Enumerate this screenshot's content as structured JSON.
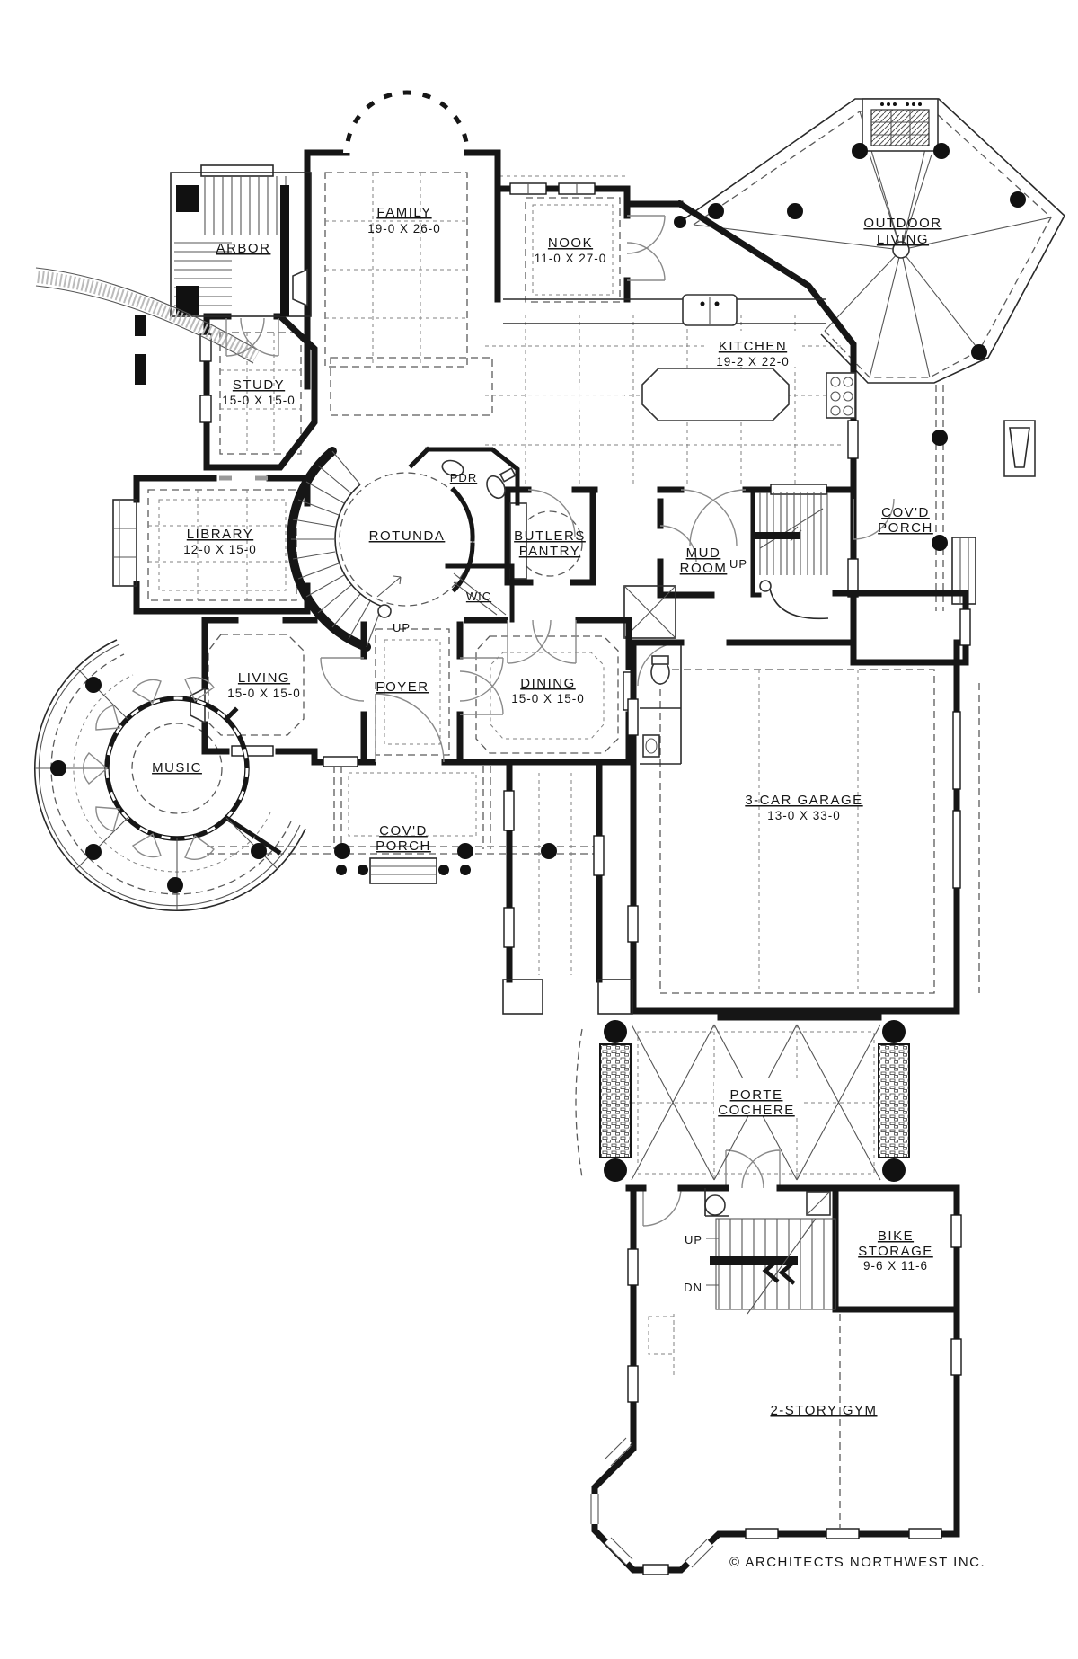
{
  "drawing": {
    "kind": "architectural main-floor plan, black ink on white",
    "ink_color": "#161616",
    "copyright": "© ARCHITECTS NORTHWEST INC."
  },
  "rooms": {
    "arbor": {
      "name": "ARBOR"
    },
    "family": {
      "name": "FAMILY",
      "dims": "19-0 X 26-0"
    },
    "nook": {
      "name": "NOOK",
      "dims": "11-0 X 27-0"
    },
    "outdoor_living": {
      "name_line1": "OUTDOOR",
      "name_line2": "LIVING"
    },
    "kitchen": {
      "name": "KITCHEN",
      "dims": "19-2 X 22-0"
    },
    "study": {
      "name": "STUDY",
      "dims": "15-0 X 15-0"
    },
    "library": {
      "name": "LIBRARY",
      "dims": "12-0 X 15-0"
    },
    "rotunda": {
      "name": "ROTUNDA"
    },
    "powder": {
      "name": "PDR"
    },
    "wic": {
      "name": "WIC"
    },
    "butlers_pantry": {
      "name_line1": "BUTLERS",
      "name_line2": "PANTRY"
    },
    "mud_room": {
      "name_line1": "MUD",
      "name_line2": "ROOM"
    },
    "covered_porch_right": {
      "name_line1": "COV'D",
      "name_line2": "PORCH"
    },
    "living": {
      "name": "LIVING",
      "dims": "15-0 X 15-0"
    },
    "foyer": {
      "name": "FOYER"
    },
    "dining": {
      "name": "DINING",
      "dims": "15-0 X 15-0"
    },
    "music": {
      "name": "MUSIC"
    },
    "covered_porch_front": {
      "name_line1": "COV'D",
      "name_line2": "PORCH"
    },
    "garage": {
      "name": "3-CAR GARAGE",
      "dims": "13-0 X 33-0"
    },
    "porte_cochere": {
      "name_line1": "PORTE",
      "name_line2": "COCHERE"
    },
    "bike_storage": {
      "name_line1": "BIKE",
      "name_line2": "STORAGE",
      "dims": "9-6 X 11-6"
    },
    "gym": {
      "name": "2-STORY GYM"
    }
  },
  "stair_annotations": {
    "rotunda_up": "UP",
    "rear_up": "UP",
    "lower_up": "UP",
    "lower_dn": "DN"
  }
}
